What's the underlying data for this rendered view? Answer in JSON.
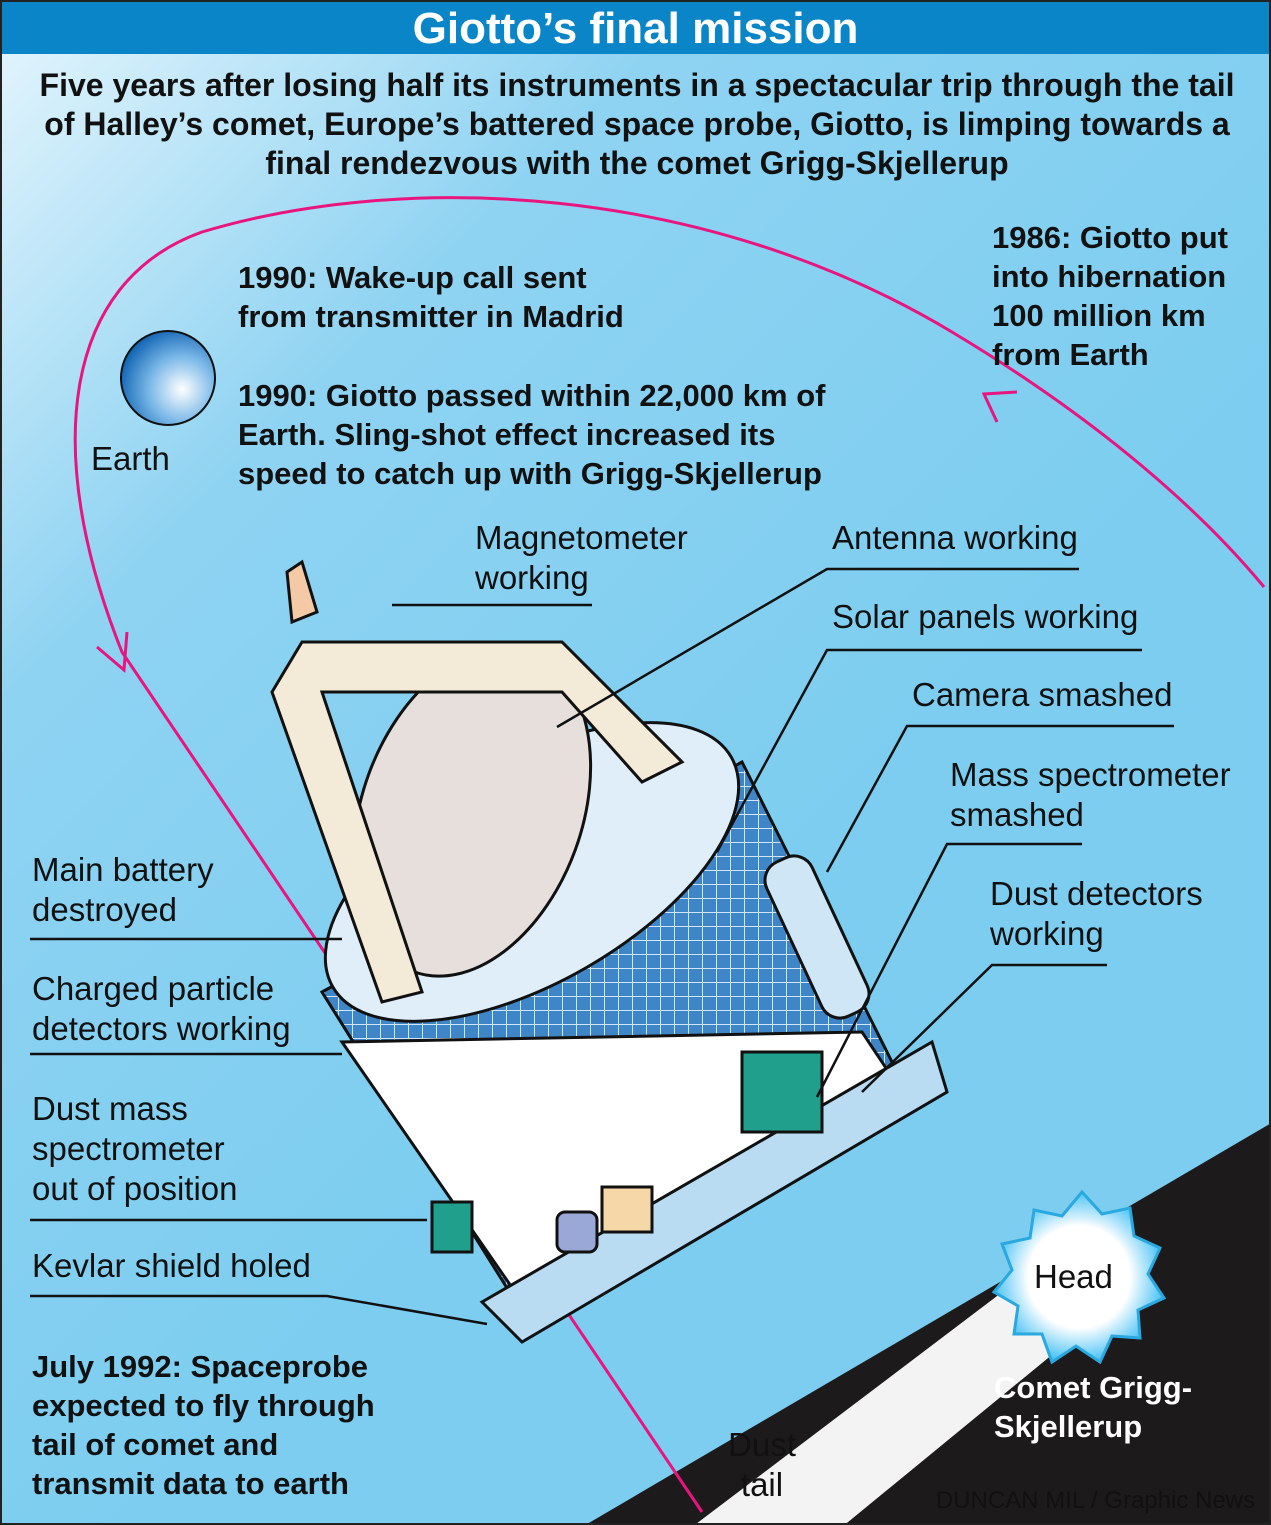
{
  "title": "Giotto’s final mission",
  "intro": "Five years after losing half its instruments in a spectacular trip through the tail of Halley’s comet, Europe’s battered space probe, Giotto, is limping towards a final rendezvous with the comet Grigg-Skjellerup",
  "events": {
    "e1986": "1986: Giotto put into hibernation 100 million km from Earth",
    "wakeup": "1990: Wake-up call sent from transmitter in Madrid",
    "flyby": "1990: Giotto passed within 22,000 km of Earth. Sling-shot effect increased its speed to catch up with Grigg-Skjellerup",
    "july1992": "July 1992: Spaceprobe expected to fly through tail of comet and transmit data to earth"
  },
  "earth_label": "Earth",
  "callouts": {
    "magnetometer": "Magnetometer working",
    "antenna": "Antenna working",
    "solar": "Solar panels working",
    "camera": "Camera smashed",
    "mass_spec": "Mass spectrometer smashed",
    "dust_det": "Dust detectors working",
    "battery": "Main battery destroyed",
    "charged": "Charged particle detectors working",
    "dust_mass": "Dust mass spectrometer out of position",
    "kevlar": "Kevlar shield holed"
  },
  "comet": {
    "head": "Head",
    "dust_tail": "Dust tail",
    "name": "Comet Grigg-Skjellerup"
  },
  "credit": "DUNCAN MIL / Graphic News",
  "colors": {
    "header": "#0a86c8",
    "sky": "#7ccdf0",
    "orbit": "#e8157f",
    "space": "#1c1a1b"
  }
}
